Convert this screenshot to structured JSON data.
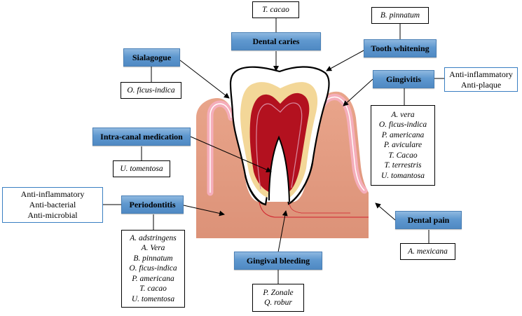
{
  "conditions": {
    "dental_caries": "Dental caries",
    "tooth_whitening": "Tooth whitening",
    "sialagogue": "Sialagogue",
    "gingivitis": "Gingivitis",
    "intra_canal": "Intra-canal medication",
    "periodontitis": "Periodontitis",
    "dental_pain": "Dental pain",
    "gingival_bleeding": "Gingival bleeding"
  },
  "plants": {
    "dental_caries": [
      "T. cacao"
    ],
    "tooth_whitening": [
      "B. pinnatum"
    ],
    "sialagogue": [
      "O. ficus-indica"
    ],
    "gingivitis": [
      "A. vera",
      "O. ficus-indica",
      "P. americana",
      "P. aviculare",
      "T. Cacao",
      "T. terrestris",
      "U. tomantosa"
    ],
    "intra_canal": [
      "U. tomentosa"
    ],
    "periodontitis": [
      "A. adstringens",
      "A. Vera",
      "B. pinnatum",
      "O. ficus-indica",
      "P. americana",
      "T. cacao",
      "U. tomentosa"
    ],
    "dental_pain": [
      "A. mexicana"
    ],
    "gingival_bleeding": [
      "P. Zonale",
      "Q. robur"
    ]
  },
  "effects": {
    "gingivitis": [
      "Anti-inflammatory",
      "Anti-plaque"
    ],
    "periodontitis": [
      "Anti-inflammatory",
      "Anti-bacterial",
      "Anti-microbial"
    ]
  },
  "colors": {
    "label_fill": "#5b95cf",
    "effect_border": "#3a7fc2",
    "gum": "#e29a7f",
    "gum_edge": "#f4a9b6",
    "dentin": "#f2d79a",
    "pulp": "#b3111f",
    "enamel": "#ffffff"
  }
}
